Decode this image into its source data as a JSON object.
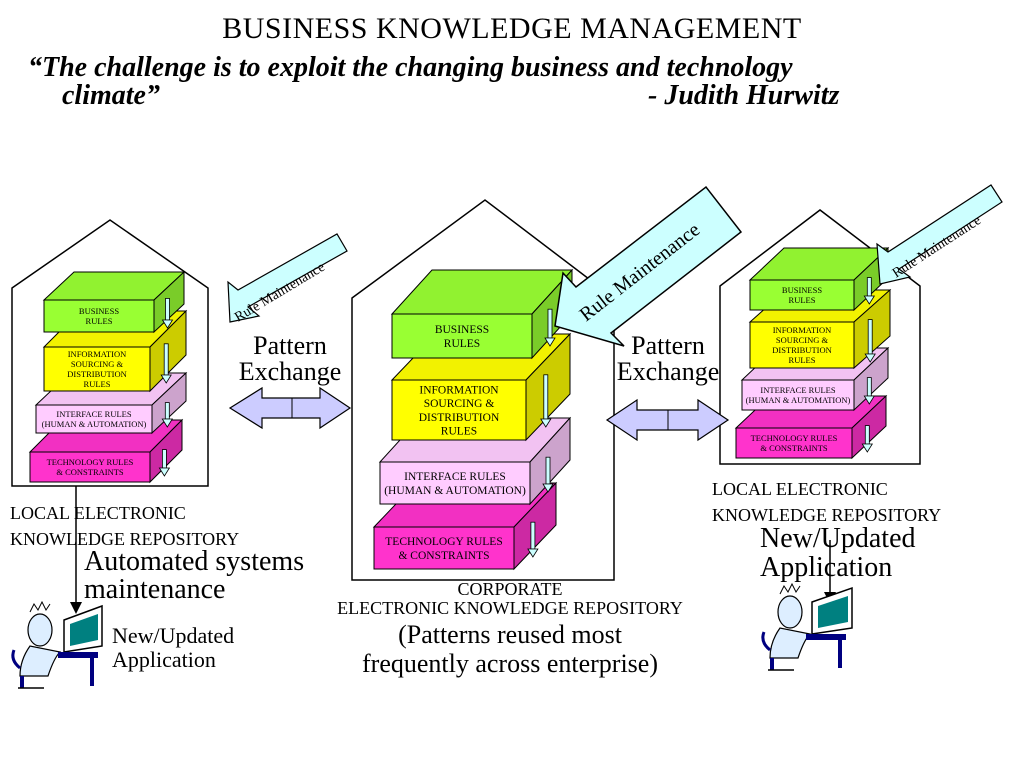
{
  "title": "BUSINESS KNOWLEDGE MANAGEMENT",
  "quote": {
    "line1": "“The challenge is to exploit the changing business and technology",
    "line2": "climate”",
    "author": "- Judith Hurwitz"
  },
  "layers": {
    "business": [
      "BUSINESS",
      "RULES"
    ],
    "information": [
      "INFORMATION",
      "SOURCING &",
      "DISTRIBUTION",
      "RULES"
    ],
    "interface": [
      "INTERFACE RULES",
      "(HUMAN & AUTOMATION)"
    ],
    "technology": [
      "TECHNOLOGY RULES",
      "& CONSTRAINTS"
    ]
  },
  "colors": {
    "business": "#99FF33",
    "information": "#FFFF00",
    "interface": "#FFCCFF",
    "technology": "#FF33CC",
    "arrow": "#CCFFFF",
    "exchange_arrow": "#CCCCFF"
  },
  "rule_maintenance": "Rule Maintenance",
  "pattern_exchange": [
    "Pattern",
    "Exchange"
  ],
  "local_repo": [
    "LOCAL ELECTRONIC",
    "KNOWLEDGE REPOSITORY"
  ],
  "corporate_repo": [
    "CORPORATE",
    "ELECTRONIC KNOWLEDGE REPOSITORY"
  ],
  "corporate_note": [
    "(Patterns reused most",
    "frequently across enterprise)"
  ],
  "automated": [
    "Automated systems",
    "maintenance"
  ],
  "new_app": [
    "New/Updated",
    "Application"
  ]
}
